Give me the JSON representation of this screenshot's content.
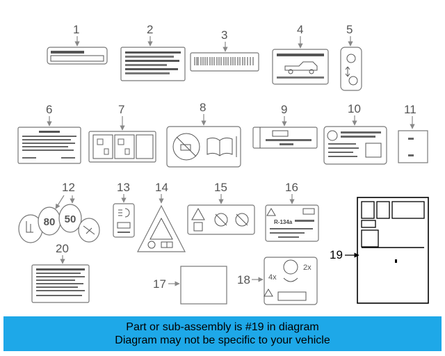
{
  "diagram": {
    "callouts": [
      "1",
      "2",
      "3",
      "4",
      "5",
      "6",
      "7",
      "8",
      "9",
      "10",
      "11",
      "12",
      "13",
      "14",
      "15",
      "16",
      "17",
      "18",
      "19",
      "20"
    ],
    "label_16_text": "R-134a",
    "label_12_numbers": [
      "80",
      "50"
    ],
    "label_18_numbers": [
      "4x",
      "2x"
    ],
    "highlighted_part": "19"
  },
  "banner": {
    "line1": "Part or sub-assembly is #19 in diagram",
    "line2": "Diagram may not be specific to your vehicle",
    "color": "#1ea8e8"
  }
}
